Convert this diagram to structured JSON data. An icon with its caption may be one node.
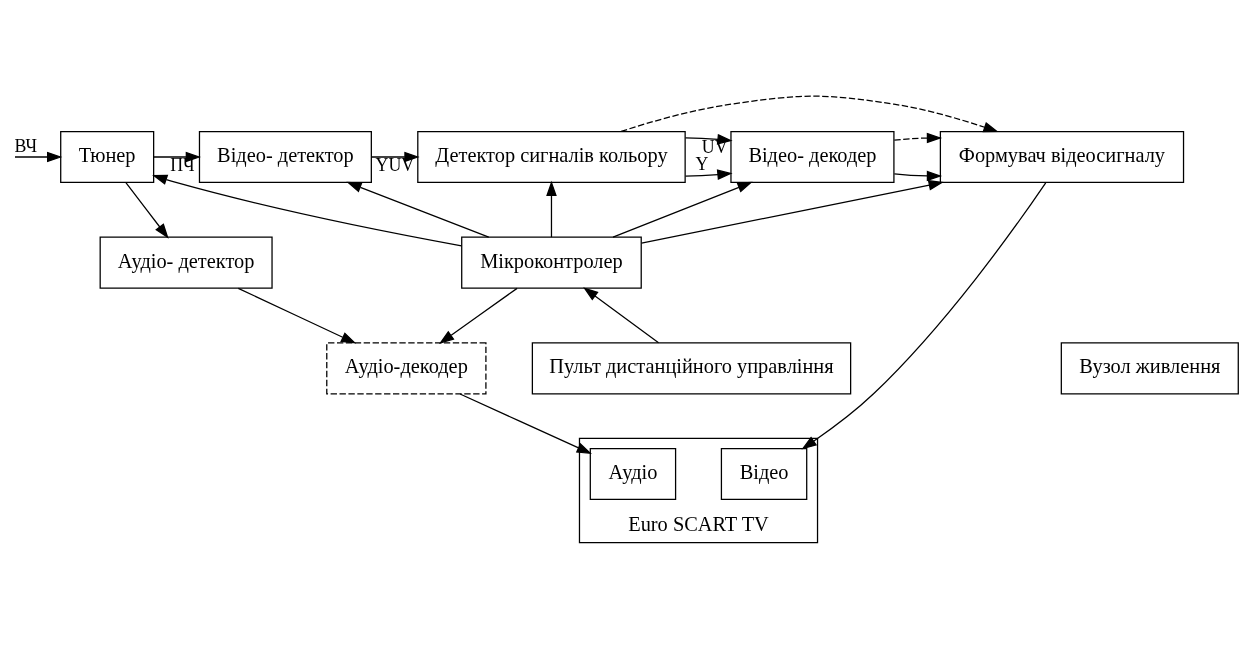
{
  "diagram": {
    "nodes": [
      {
        "text": [
          "Тюнер"
        ]
      },
      {
        "text": [
          "Відео- детектор"
        ]
      },
      {
        "text": [
          "Детектор сигналів кольору"
        ]
      },
      {
        "text": [
          "Відео- декодер"
        ]
      },
      {
        "text": [
          "Формувач відеосигналу"
        ]
      },
      {
        "text": [
          "Мікроконтролер"
        ]
      },
      {
        "text": [
          "Аудіо- детектор"
        ]
      },
      {
        "text": [
          "Аудіо-декодер"
        ]
      },
      {
        "text": [
          "Вузол живлення"
        ]
      },
      {
        "text": [
          "Пульт дистанційного управління"
        ]
      },
      {
        "text": [
          "Euro SCART TV"
        ]
      },
      {
        "text": [
          "Аудіо"
        ],
        "in": 10
      },
      {
        "text": [
          "Відео"
        ],
        "in": 10
      }
    ],
    "edges": [
      {
        "from": null,
        "to": 0,
        "arrow": "to",
        "label": "ВЧ"
      },
      {
        "from": 0,
        "to": 1,
        "arrow": "to",
        "label": "ПЧ"
      },
      {
        "from": 0,
        "to": 6,
        "arrow": "to"
      },
      {
        "from": 1,
        "to": 2,
        "arrow": "to",
        "label": "YUV"
      },
      {
        "from": 2,
        "to": 3,
        "arrow": "to",
        "label": "Y"
      },
      {
        "from": 2,
        "to": 3,
        "arrow": "to",
        "label": "UV"
      },
      {
        "from": 3,
        "to": 4,
        "arrow": "to"
      },
      {
        "from": 3,
        "to": 4,
        "arrow": "to",
        "style": "dashed"
      },
      {
        "from": 2,
        "to": 4,
        "arrow": "to",
        "style": "dashed"
      },
      {
        "from": 5,
        "to": 0,
        "arrow": "to"
      },
      {
        "from": 5,
        "to": 1,
        "arrow": "to"
      },
      {
        "from": 5,
        "to": 2,
        "arrow": "to"
      },
      {
        "from": 5,
        "to": 3,
        "arrow": "to"
      },
      {
        "from": 5,
        "to": 4,
        "arrow": "to"
      },
      {
        "from": 5,
        "to": 7,
        "arrow": "to"
      },
      {
        "from": 9,
        "to": 5,
        "arrow": "to"
      },
      {
        "from": 6,
        "to": 7,
        "arrow": "to"
      },
      {
        "from": 7,
        "to": 11,
        "arrow": "to"
      },
      {
        "from": 4,
        "to": 12,
        "arrow": "to"
      }
    ]
  }
}
